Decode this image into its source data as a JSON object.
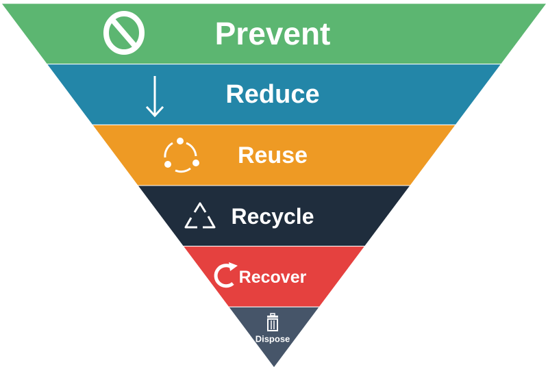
{
  "levels": [
    {
      "label": "Prevent",
      "color": "#5cb671",
      "icon": "prohibited-icon"
    },
    {
      "label": "Reduce",
      "color": "#2386a8",
      "icon": "arrow-down-icon"
    },
    {
      "label": "Reuse",
      "color": "#ee9a24",
      "icon": "cycle-icon"
    },
    {
      "label": "Recycle",
      "color": "#1f2d3d",
      "icon": "recycle-icon"
    },
    {
      "label": "Recover",
      "color": "#e5413f",
      "icon": "recover-icon"
    },
    {
      "label": "Dispose",
      "color": "#465569",
      "icon": "trash-icon"
    }
  ]
}
